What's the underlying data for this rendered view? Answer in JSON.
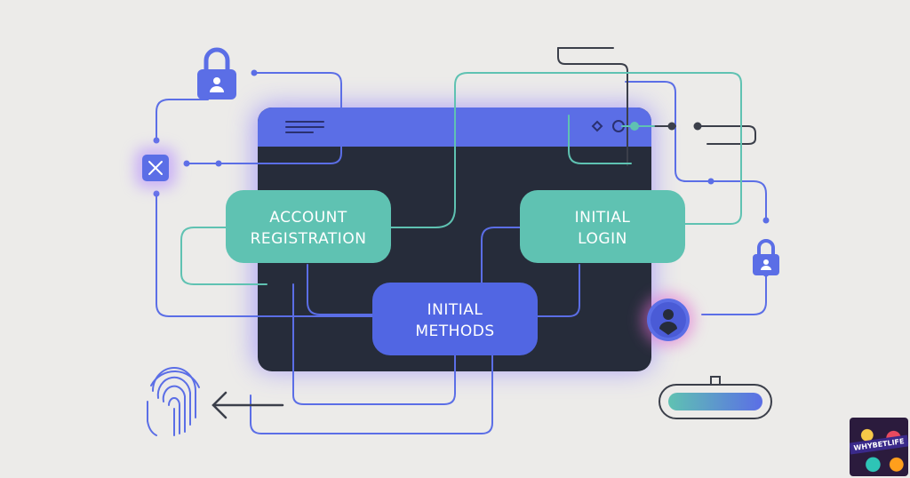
{
  "nodes": {
    "account_registration": [
      "ACCOUNT",
      "REGISTRATION"
    ],
    "initial_login": [
      "INITIAL",
      "LOGIN"
    ],
    "initial_methods": [
      "INITIAL",
      "METHODS"
    ]
  },
  "badge": {
    "text": "WHYBETLIFE"
  },
  "colors": {
    "background": "#ecebe9",
    "window_body": "#262c3a",
    "window_titlebar": "#5b6ee6",
    "teal_node": "#5fc2b2",
    "blue_node": "#5166e3",
    "line_blue": "#5b6ee6",
    "line_teal": "#5fc2b2",
    "line_dark": "#3b3f4a",
    "glow": "#8a7bff"
  },
  "icons": [
    "lock-icon",
    "lock-icon",
    "close-icon",
    "fingerprint-icon",
    "arrow-left-icon",
    "user-icon",
    "menu-icon",
    "diamond-icon",
    "circle-icon"
  ]
}
